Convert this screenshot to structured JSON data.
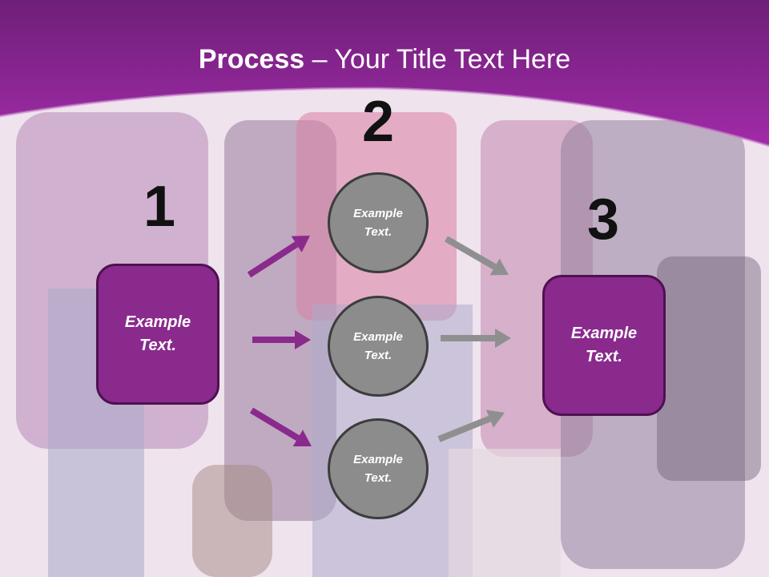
{
  "slide": {
    "title_strong": "Process",
    "title_rest": " – Your Title Text Here"
  },
  "steps": {
    "num1": "1",
    "num2": "2",
    "num3": "3",
    "left_box": "Example\nText.",
    "right_box": "Example\nText.",
    "circle_top": "Example\nText.",
    "circle_middle": "Example\nText.",
    "circle_bottom": "Example\nText."
  },
  "colors": {
    "header": "#8e2692",
    "box": "#8a2a8d",
    "circle": "#8c8c8c",
    "arrow_purple": "#8a2a8d",
    "arrow_gray": "#8f8f8f"
  }
}
